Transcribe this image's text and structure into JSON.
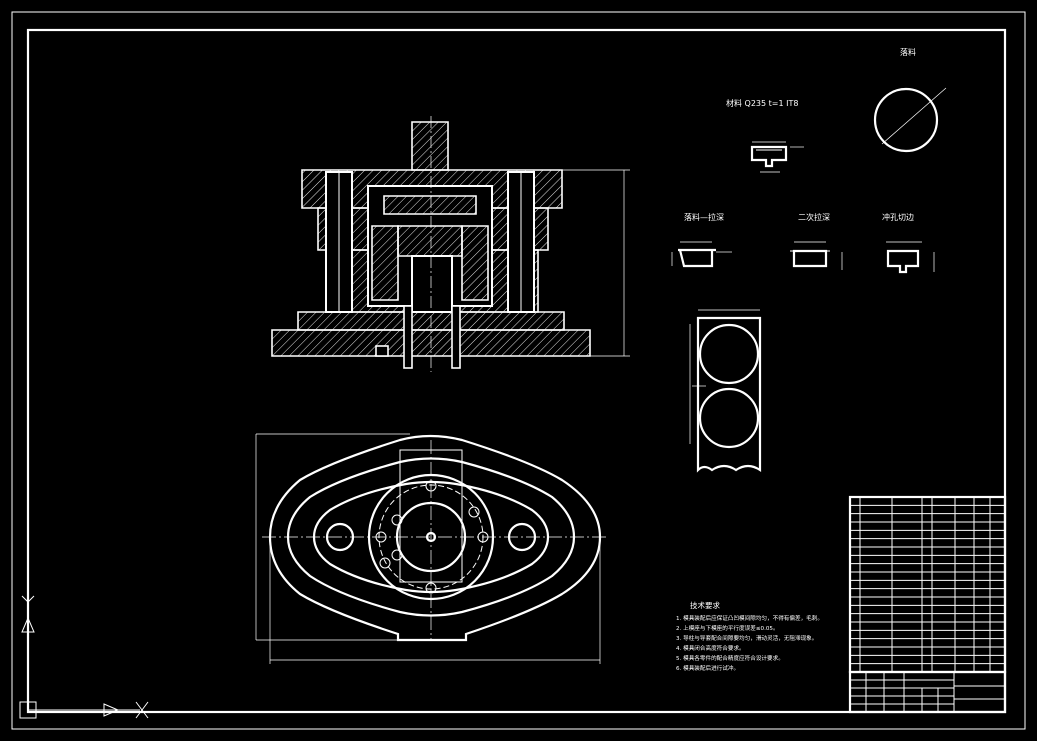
{
  "texts": {
    "material_note": "材料 Q235  t=1  IT8",
    "blank_title": "落料",
    "step1_title": "落料—拉深",
    "step2_title": "二次拉深",
    "step3_title": "冲孔切边",
    "tech_title": "技术要求",
    "tech_lines": [
      "1. 模具装配后应保证凸凹模间隙均匀，不得有偏差，毛刺。",
      "2. 上模座与下模座的平行度误差≤0.05。",
      "3. 导柱与导套配合间隙要均匀，滑动灵活，无阻滞现象。",
      "4. 模具闭合高度符合要求。",
      "5. 模具各零件的配合精度应符合设计要求。",
      "6. 模具装配后进行试冲。"
    ]
  },
  "colors": {
    "background": "#000000",
    "line": "#ffffff"
  },
  "icons": {
    "ucs": "ucs-axis-icon"
  }
}
